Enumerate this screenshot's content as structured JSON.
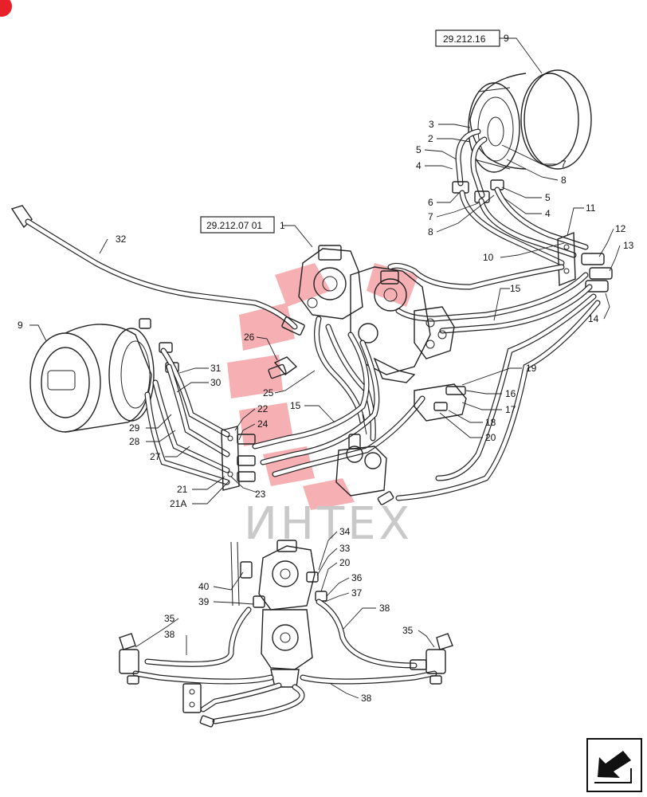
{
  "references": [
    {
      "id": "ref-top",
      "text": "29.212.16"
    },
    {
      "id": "ref-mid",
      "text": "29.212.07 01"
    }
  ],
  "watermark": {
    "text": "ИНТЕХ",
    "color": "#e8202a"
  },
  "callouts": {
    "c9a": "9",
    "c3": "3",
    "c2": "2",
    "c5a": "5",
    "c4a": "4",
    "c7a": "7",
    "c8a": "8",
    "c5b": "5",
    "c6": "6",
    "c4b": "4",
    "c7b": "7",
    "c8b": "8",
    "c11": "11",
    "c12": "12",
    "c13": "13",
    "c10": "10",
    "c14": "14",
    "c15a": "15",
    "c1": "1",
    "c32": "32",
    "c9b": "9",
    "c26": "26",
    "c31": "31",
    "c30": "30",
    "c25": "25",
    "c15b": "15",
    "c22": "22",
    "c24": "24",
    "c29": "29",
    "c28": "28",
    "c27": "27",
    "c21": "21",
    "c21a": "21A",
    "c23": "23",
    "c19": "19",
    "c16": "16",
    "c17": "17",
    "c18": "18",
    "c20a": "20",
    "c34": "34",
    "c33": "33",
    "c20b": "20",
    "c36": "36",
    "c37": "37",
    "c40": "40",
    "c39": "39",
    "c38a": "38",
    "c35a": "35",
    "c38b": "38",
    "c35b": "35",
    "c38c": "38"
  },
  "icons": {
    "nav": "arrow-next-icon"
  }
}
